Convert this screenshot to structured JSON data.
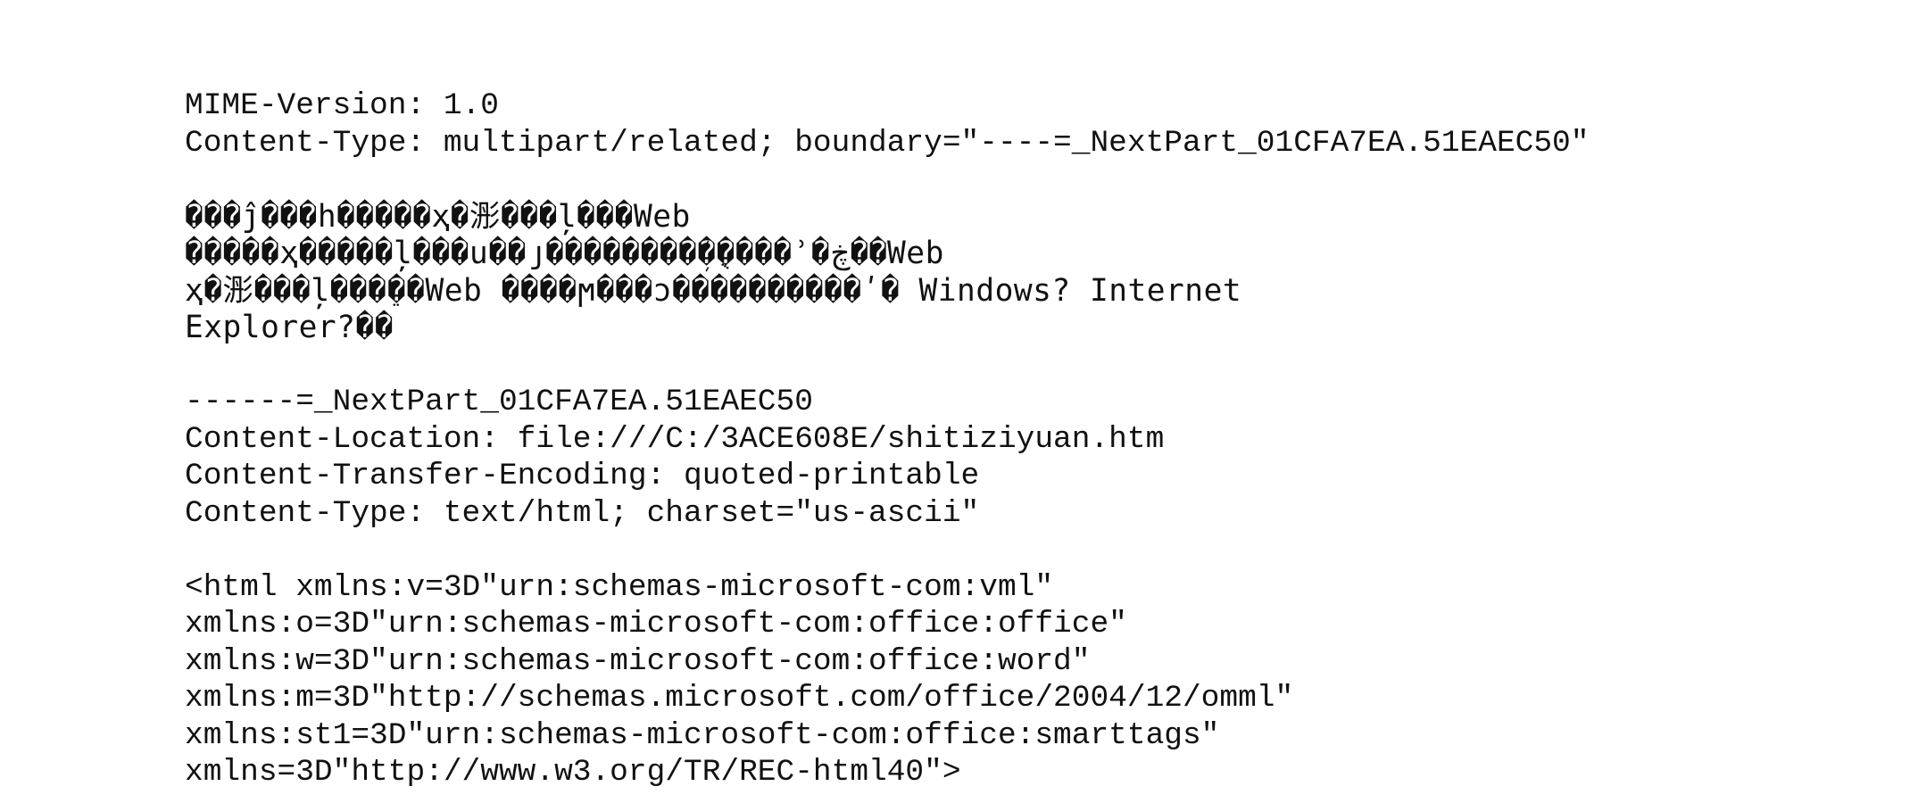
{
  "document": {
    "headers": {
      "mime_version": "MIME-Version: 1.0",
      "content_type": "Content-Type: multipart/related; boundary=\"----=_NextPart_01CFA7EA.51EAEC50\""
    },
    "garbled_notice": [
      "���ĵ���һ�����ҳ�浵���ļ���Web",
      "�����ҳ�����ļ���ս��յ��������ܲ�ֻ����ʾ�ڿ��Web",
      "ҳ�浵���ļ���ֵ��Web ����ϻ���ͻ����������ʹ� Windows? Internet",
      "Explorer?��"
    ],
    "part": {
      "boundary": "------=_NextPart_01CFA7EA.51EAEC50",
      "content_location": "Content-Location: file:///C:/3ACE608E/shitiziyuan.htm",
      "transfer_encoding": "Content-Transfer-Encoding: quoted-printable",
      "content_type": "Content-Type: text/html; charset=\"us-ascii\""
    },
    "html_lines": [
      "<html xmlns:v=3D\"urn:schemas-microsoft-com:vml\"",
      "xmlns:o=3D\"urn:schemas-microsoft-com:office:office\"",
      "xmlns:w=3D\"urn:schemas-microsoft-com:office:word\"",
      "xmlns:m=3D\"http://schemas.microsoft.com/office/2004/12/omml\"",
      "xmlns:st1=3D\"urn:schemas-microsoft-com:office:smarttags\"",
      "xmlns=3D\"http://www.w3.org/TR/REC-html40\">"
    ]
  }
}
